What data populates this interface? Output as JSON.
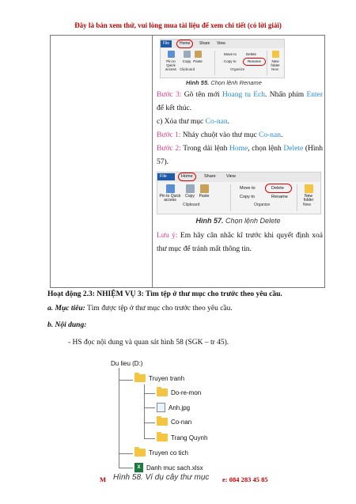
{
  "banner": "Đây là bản xem thử, vui lòng mua tài liệu để xem chi tiết (có lời giải)",
  "ribbon1": {
    "tabs": [
      "File",
      "Home",
      "Share",
      "View"
    ],
    "pin": "Pin to Quick access",
    "copy": "Copy",
    "paste": "Paste",
    "move_to": "Move to",
    "copy_to": "Copy to",
    "delete": "Delete",
    "rename": "Rename",
    "new_folder": "New folder",
    "groups": [
      "Clipboard",
      "Organize",
      "New"
    ]
  },
  "fig55": {
    "num": "Hình 55.",
    "text": "Chọn lệnh Rename"
  },
  "step3": {
    "label": "Bước 3:",
    "t1": "Gõ tên mới",
    "name": "Hoang tu Ech",
    "t2": ". Nhấn phím",
    "key": "Enter",
    "t3": "để kết thúc."
  },
  "partc": {
    "t1": "c) Xóa thư mục",
    "name": "Co-nan",
    "t2": "."
  },
  "step1": {
    "label": "Bước 1:",
    "t1": "Nháy chuột vào thư mục",
    "name": "Co-nan",
    "t2": "."
  },
  "step2": {
    "label": "Bước 2:",
    "t1": "Trong dải lệnh",
    "home": "Home",
    "t2": ", chọn lệnh",
    "del": "Delete",
    "t3": "(Hình 57)."
  },
  "fig57": {
    "num": "Hình 57.",
    "text": "Chọn lệnh Delete"
  },
  "note": {
    "label": "Lưu ý:",
    "text": "Em hãy cân nhắc kĩ trước khi quyết định xoá thư mục để tránh mất thông tin."
  },
  "heading": "Hoạt động 2.3: NHIỆM VỤ 3: Tìm tệp ở thư mục cho trước theo yêu cầu.",
  "objective": {
    "label": "a. Mục tiêu:",
    "text": "Tìm được tệp ở thư mục cho trước theo yêu cầu."
  },
  "content_label": "b. Nội dung:",
  "bullet": "- HS đọc nội dung và quan sát hình 58 (SGK – tr 45).",
  "tree": {
    "root": "Du lieu (D:)",
    "truyen_tranh": "Truyen tranh",
    "doremon": "Do-re-mon",
    "anh": "Anh.jpg",
    "conan": "Co-nan",
    "trang": "Trang Quynh",
    "truyen_co_tich": "Truyen co tich",
    "danh_muc": "Danh muc sach.xlsx"
  },
  "footer": {
    "left": "M",
    "caption": "Hình 58. Ví dụ cây thư mục",
    "right": "e: 084 283 45 85"
  }
}
